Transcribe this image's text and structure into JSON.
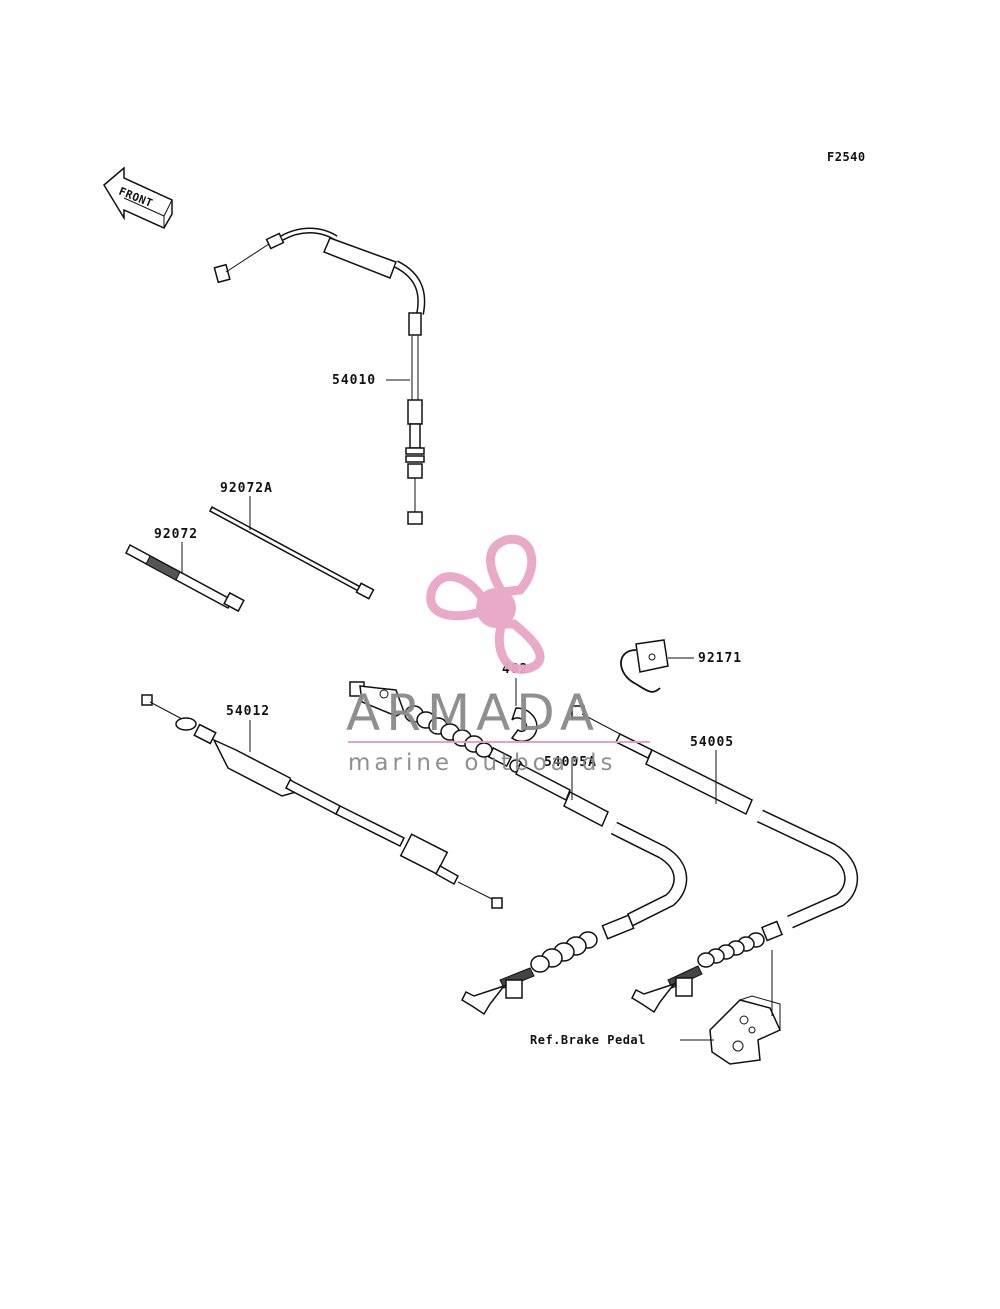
{
  "figure_code": "F2540",
  "front_label": "FRONT",
  "parts": {
    "p54010": "54010",
    "p92072A": "92072A",
    "p92072": "92072",
    "p54012": "54012",
    "p482": "482",
    "p92171": "92171",
    "p54005A": "54005A",
    "p54005": "54005",
    "ref_brake_pedal": "Ref.Brake Pedal"
  },
  "watermark": {
    "brand": "ARMADA",
    "tagline": "marine outboards",
    "brand_color": "#8a8a8a",
    "logo_color": "#e8a6c8",
    "rule_color": "#e79cc2"
  }
}
